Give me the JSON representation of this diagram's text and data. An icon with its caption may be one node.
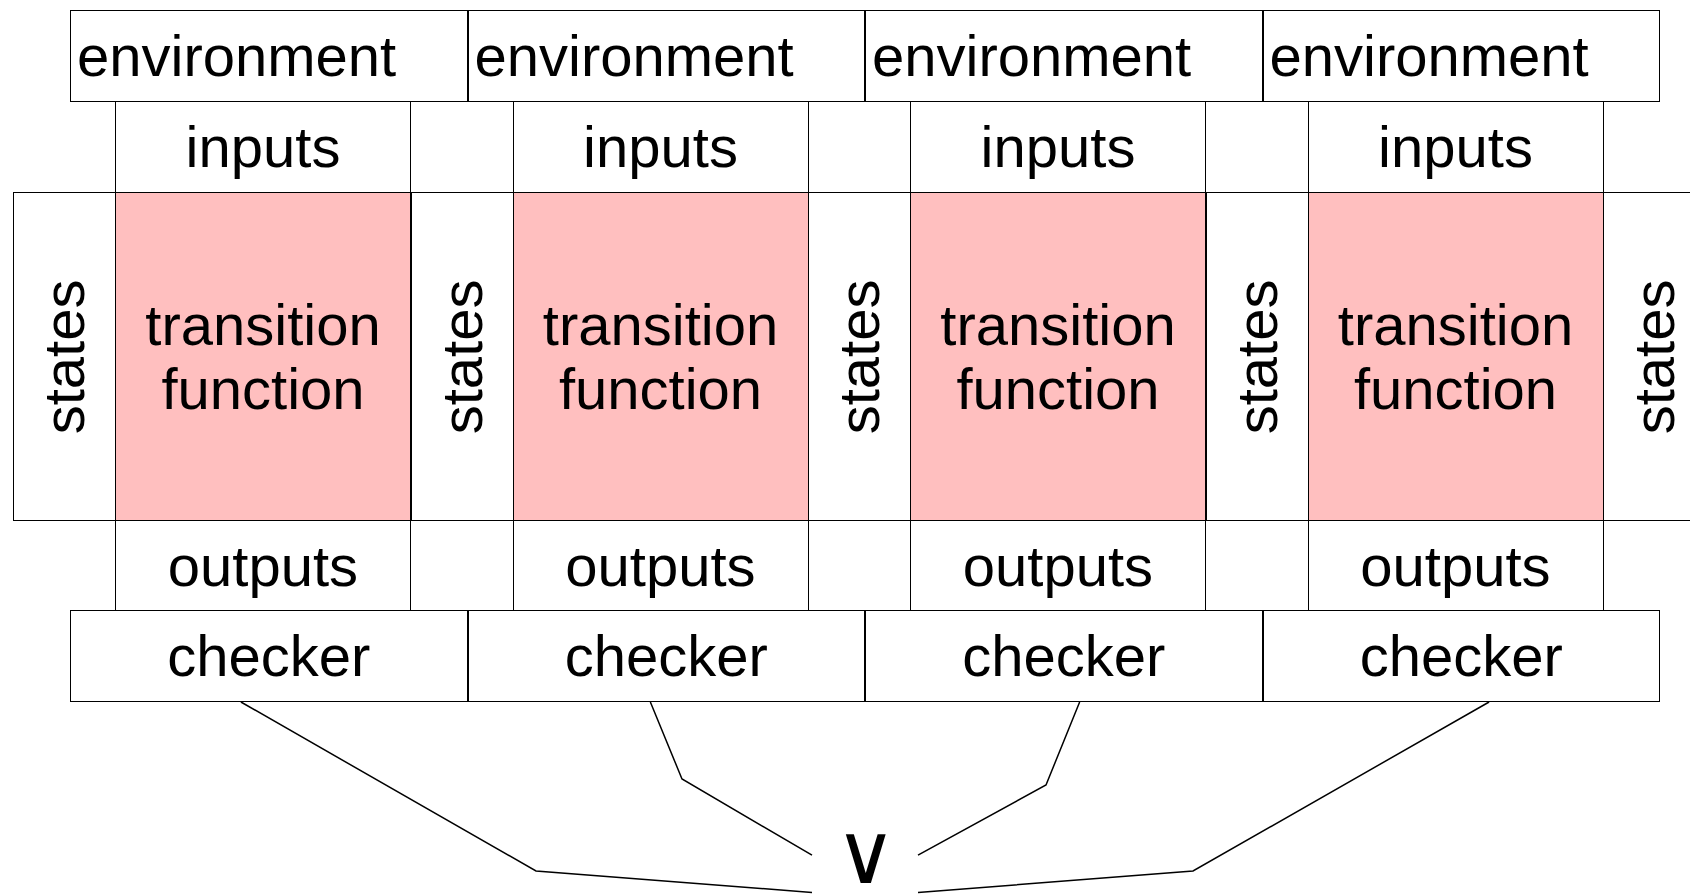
{
  "diagram": {
    "nodes": [
      {
        "text": [
          "environment"
        ]
      },
      {
        "text": [
          "environment"
        ]
      },
      {
        "text": [
          "environment"
        ]
      },
      {
        "text": [
          "environment"
        ]
      },
      {
        "text": [
          "inputs"
        ]
      },
      {
        "text": [
          "inputs"
        ]
      },
      {
        "text": [
          "inputs"
        ]
      },
      {
        "text": [
          "inputs"
        ]
      },
      {
        "text": [
          "states"
        ]
      },
      {
        "text": [
          "transition function"
        ]
      },
      {
        "text": [
          "states"
        ]
      },
      {
        "text": [
          "transition function"
        ]
      },
      {
        "text": [
          "states"
        ]
      },
      {
        "text": [
          "transition function"
        ]
      },
      {
        "text": [
          "states"
        ]
      },
      {
        "text": [
          "transition function"
        ]
      },
      {
        "text": [
          "states"
        ]
      },
      {
        "text": [
          "outputs"
        ]
      },
      {
        "text": [
          "outputs"
        ]
      },
      {
        "text": [
          "outputs"
        ]
      },
      {
        "text": [
          "outputs"
        ]
      },
      {
        "text": [
          "checker"
        ]
      },
      {
        "text": [
          "checker"
        ]
      },
      {
        "text": [
          "checker"
        ]
      },
      {
        "text": [
          "checker"
        ]
      },
      {
        "text": [
          "∨"
        ]
      }
    ],
    "edges": [
      {
        "from": 21,
        "to": 25,
        "arrow": "none"
      },
      {
        "from": 22,
        "to": 25,
        "arrow": "none"
      },
      {
        "from": 23,
        "to": 25,
        "arrow": "none"
      },
      {
        "from": 24,
        "to": 25,
        "arrow": "none"
      }
    ]
  }
}
